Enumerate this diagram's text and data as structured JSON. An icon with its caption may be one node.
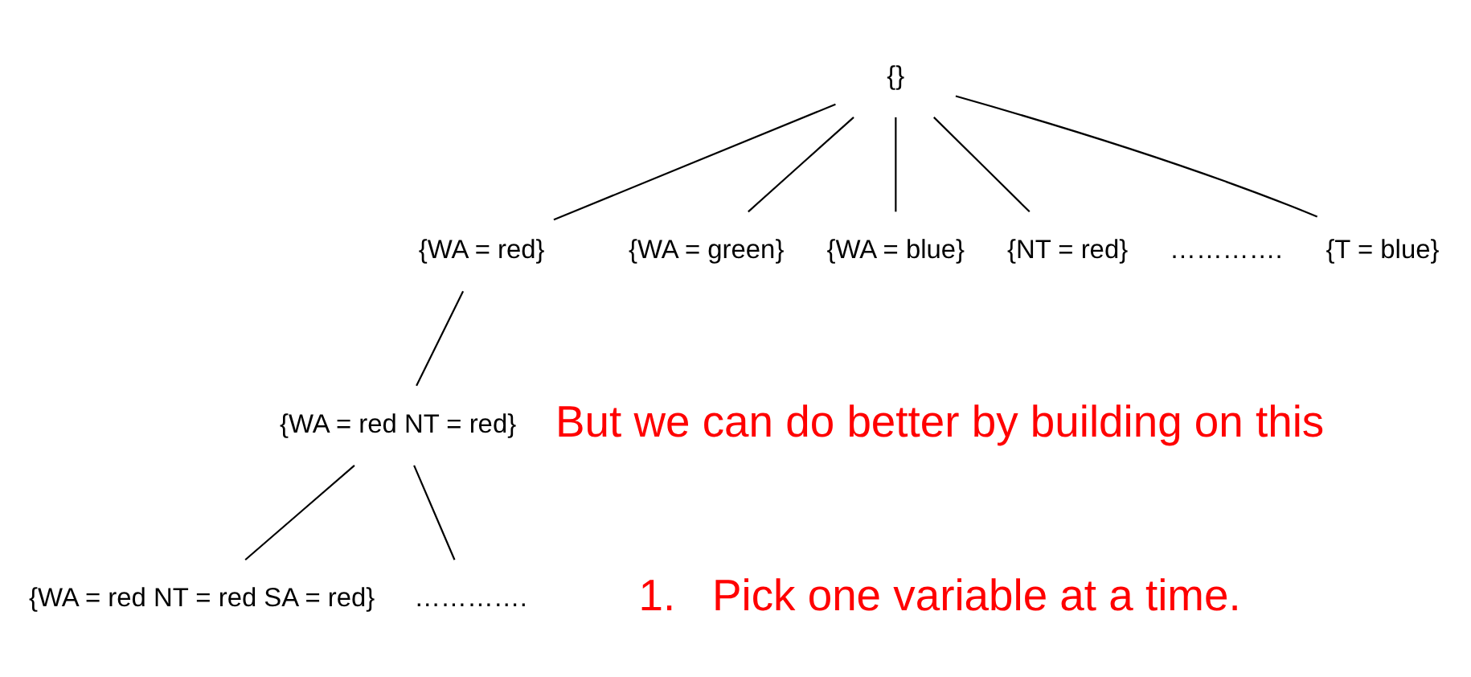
{
  "diagram": {
    "nodes": [
      {
        "text": [
          "{}"
        ]
      },
      {
        "text": [
          "{WA = red}"
        ]
      },
      {
        "text": [
          "{WA = green}"
        ]
      },
      {
        "text": [
          "{WA = blue}"
        ]
      },
      {
        "text": [
          "{NT = red}"
        ]
      },
      {
        "text": [
          "{T = blue}"
        ]
      },
      {
        "text": [
          "{WA = red NT = red}"
        ]
      },
      {
        "text": [
          "{WA = red NT = red SA = red}"
        ]
      },
      {
        "text": [
          "…………."
        ]
      }
    ],
    "edges": [
      {
        "from": 0,
        "to": 1,
        "arrow": "none"
      },
      {
        "from": 0,
        "to": 2,
        "arrow": "none"
      },
      {
        "from": 0,
        "to": 3,
        "arrow": "none"
      },
      {
        "from": 0,
        "to": 4,
        "arrow": "none"
      },
      {
        "from": 0,
        "to": 5,
        "arrow": "none"
      },
      {
        "from": 1,
        "to": 6,
        "arrow": "none"
      },
      {
        "from": 6,
        "to": 7,
        "arrow": "none"
      },
      {
        "from": 6,
        "to": 8,
        "arrow": "none"
      }
    ],
    "labels": [
      "………….",
      "But we can do better by building on this",
      "1.   Pick one variable at a time."
    ]
  }
}
